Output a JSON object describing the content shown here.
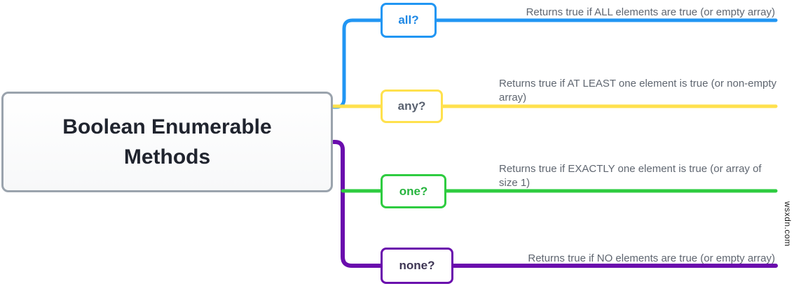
{
  "root": {
    "label": "Boolean Enumerable Methods"
  },
  "branches": [
    {
      "label": "all?",
      "description": "Returns true if ALL elements are true (or empty array)",
      "color": "#2196F3",
      "label_color": "#1E88E5"
    },
    {
      "label": "any?",
      "description": "Returns true if AT LEAST one element is true (or non-empty array)",
      "color": "#FFE14D",
      "label_color": "#5A6270"
    },
    {
      "label": "one?",
      "description": "Returns true if EXACTLY one element is true (or array of size 1)",
      "color": "#2ECC40",
      "label_color": "#27B43E"
    },
    {
      "label": "none?",
      "description": "Returns true if NO elements are true (or empty array)",
      "color": "#6A0DAD",
      "label_color": "#3E3654"
    }
  ],
  "watermark": "wsxdn.com"
}
